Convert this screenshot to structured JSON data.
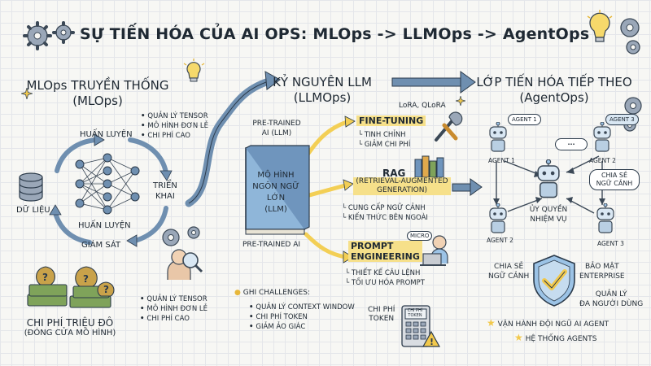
{
  "title": "SỰ TIẾN HÓA CỦA AI OPS: MLOps -> LLMOps -> AgentOps",
  "mlops": {
    "heading_line1": "MLOps TRUYỀN THỐNG",
    "heading_line2": "(MLOps)",
    "cycle_train_top": "HUẤN LUYỆN",
    "cycle_deploy_line1": "TRIỂN",
    "cycle_deploy_line2": "KHAI",
    "cycle_train_bottom": "HUẤN LUYỆN",
    "cycle_monitor": "GIÁM SÁT",
    "data_label": "DỮ LIỆU",
    "bullets_top": [
      "QUẢN LÝ TENSOR",
      "MÔ HÌNH ĐƠN LẺ",
      "CHI PHÍ CAO"
    ],
    "bullets_bottom": [
      "QUẢN LÝ TENSOR",
      "MÔ HÌNH ĐƠN LẺ",
      "CHI PHÍ CAO"
    ],
    "cost_line1": "CHI PHÍ TRIỆU ĐÔ",
    "cost_line2": "(ĐÓNG CỬA MÔ HÌNH)"
  },
  "llmops": {
    "heading_line1": "KỶ NGUYÊN LLM",
    "heading_line2": "(LLMOps)",
    "pretrained_top_line1": "PRE-TRAINED",
    "pretrained_top_line2": "AI (LLM)",
    "book_line1": "MÔ HÌNH",
    "book_line2": "NGÔN NGỮ",
    "book_line3": "LỚN",
    "book_line4": "(LLM)",
    "pretrained_bottom": "PRE-TRAINED AI",
    "lora": "LoRA, QLoRA",
    "finetune_title": "FINE-TUNING",
    "finetune_items": [
      "TINH CHỈNH",
      "GIẢM CHI PHÍ"
    ],
    "rag_title": "RAG",
    "rag_sub_line1": "(RETRIEVAL-AUGMENTED",
    "rag_sub_line2": "GENERATION)",
    "rag_items": [
      "CUNG CẤP NGỮ CẢNH",
      "KIẾN THỨC BÊN NGOÀI"
    ],
    "prompt_title_line1": "PROMPT",
    "prompt_title_line2": "ENGINEERING",
    "prompt_micro": "MICRO",
    "prompt_items": [
      "THIẾT KẾ CÂU LỆNH",
      "TỐI ƯU HÓA PROMPT"
    ],
    "challenges_title": "GHI CHALLENGES:",
    "challenges": [
      "QUẢN LÝ CONTEXT WINDOW",
      "CHI PHÍ TOKEN",
      "GIẢM ẢO GIÁC"
    ],
    "token_cost_line1": "CHI PHÍ",
    "token_cost_line2": "TOKEN",
    "calc_label_line1": "CHI PHÍ",
    "calc_label_line2": "TOKEN"
  },
  "agentops": {
    "heading_line1": "LỚP TIẾN HÓA TIẾP THEO",
    "heading_line2": "(AgentOps)",
    "bubble_agent1": "AGENT 1",
    "bubble_agent3": "AGENT 3",
    "agent1_label": "AGENT 1",
    "agent2_label_top": "AGENT 2",
    "agent2_label": "AGENT 2",
    "agent3_label": "AGENT 3",
    "share_bubble_line1": "CHIA SẺ",
    "share_bubble_line2": "NGỮ CẢNH",
    "delegate_line1": "ỦY QUYỀN",
    "delegate_line2": "NHIỆM VỤ",
    "share_line1": "CHIA SẺ",
    "share_line2": "NGỮ CẢNH",
    "security_line1": "BẢO MẬT",
    "security_line2": "ENTERPRISE",
    "manage_line1": "QUẢN LÝ",
    "manage_line2": "ĐA NGƯỜI DÙNG",
    "ops_star1": "VẬN HÀNH ĐỘI NGŨ AI AGENT",
    "ops_star2": "HỆ THỐNG AGENTS"
  },
  "colors": {
    "ink": "#1f2933",
    "arrow_blue": "#6f8fb0",
    "arrow_yellow": "#f3cf55",
    "book_blue": "#8fb6d9",
    "money_green": "#7fa35a",
    "shield_blue": "#9cc3e6",
    "check_yellow": "#f2c94c"
  }
}
